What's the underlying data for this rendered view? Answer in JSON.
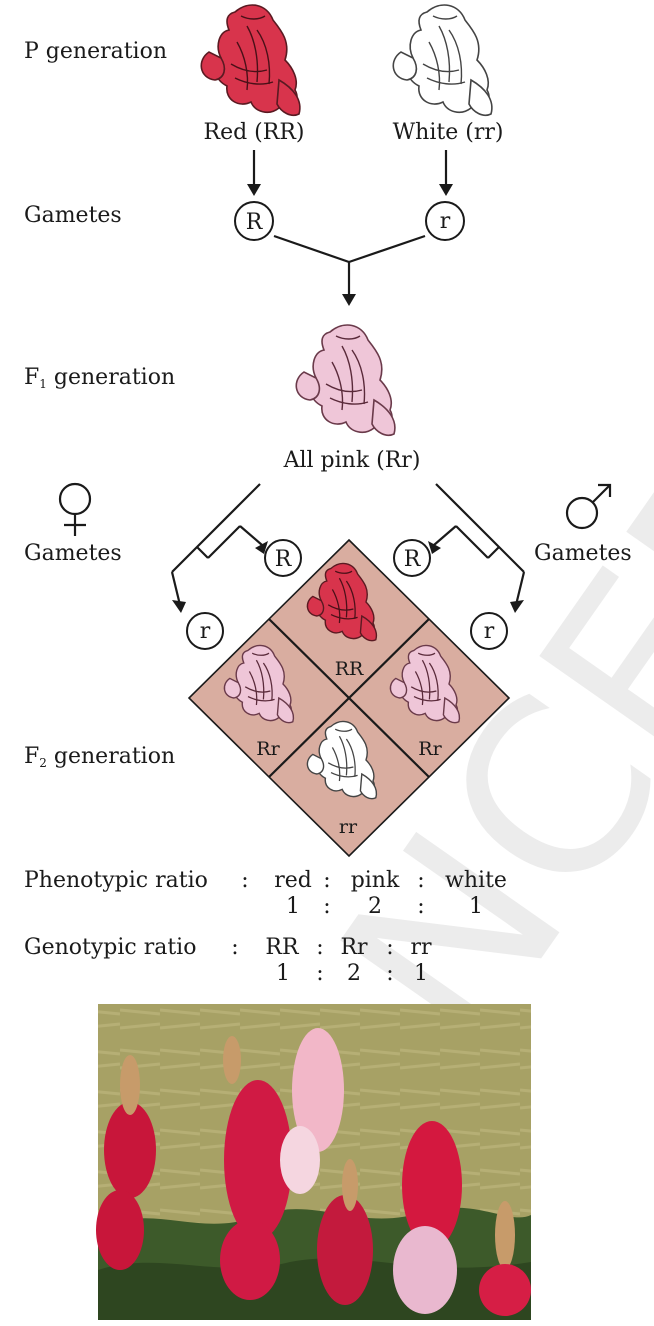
{
  "labels": {
    "p_generation": "P generation",
    "gametes": "Gametes",
    "f1_prefix": "F",
    "f1_sub": "1",
    "f1_suffix": " generation",
    "f2_prefix": "F",
    "f2_sub": "2",
    "f2_suffix": " generation",
    "gametes_left": "Gametes",
    "gametes_right": "Gametes"
  },
  "parents": {
    "red": "Red (RR)",
    "white": "White (rr)"
  },
  "p_gametes": {
    "left": "R",
    "right": "r"
  },
  "f1": {
    "label": "All pink (Rr)"
  },
  "f2_gametes": {
    "female_top": "R",
    "female_bottom": "r",
    "male_top": "R",
    "male_bottom": "r"
  },
  "punnett": {
    "top": "RR",
    "left": "Rr",
    "right": "Rr",
    "bottom": "rr"
  },
  "ratios": {
    "phenotypic_label": "Phenotypic ratio",
    "phenotypic_values": [
      "red",
      "pink",
      "white"
    ],
    "phenotypic_numbers": [
      "1",
      "2",
      "1"
    ],
    "genotypic_label": "Genotypic ratio",
    "genotypic_values": [
      "RR",
      "Rr",
      "rr"
    ],
    "genotypic_numbers": [
      "1",
      "2",
      "1"
    ],
    "sep": ":"
  },
  "colors": {
    "red_flower": "#d8344c",
    "white_flower": "#ffffff",
    "pink_flower": "#efc6d8",
    "punnett_fill": "#d9ada0",
    "grass": "#a7a165"
  },
  "icons": [
    "female-symbol-icon",
    "male-symbol-icon",
    "snapdragon-flower-icon"
  ],
  "watermark": "NCERT"
}
